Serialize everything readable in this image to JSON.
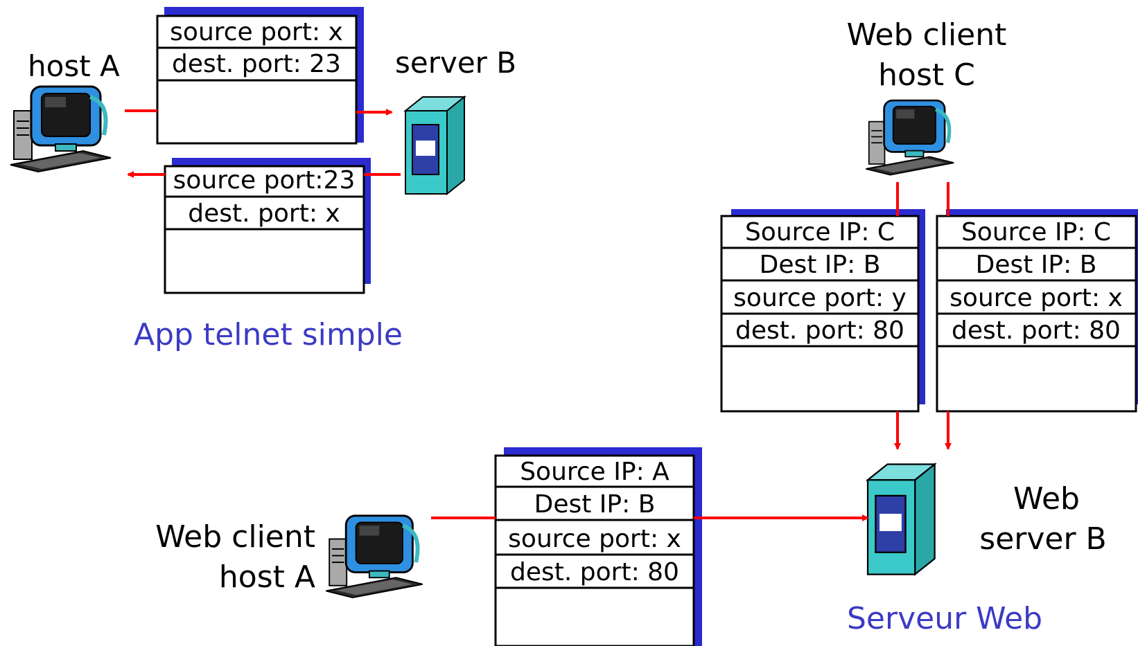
{
  "telnet": {
    "host_label": "host A",
    "server_label": "server B",
    "caption": "App telnet simple",
    "packet_out": [
      "source port: x",
      "dest. port: 23"
    ],
    "packet_back": [
      "source port:23",
      "dest. port: x"
    ]
  },
  "web_client_c": {
    "label_line1": "Web client",
    "label_line2": "host C",
    "packet_left": [
      "Source IP: C",
      "Dest IP: B",
      "source port: y",
      "dest. port: 80"
    ],
    "packet_right": [
      "Source IP: C",
      "Dest IP: B",
      "source port: x",
      "dest. port: 80"
    ]
  },
  "web_client_a": {
    "label_line1": "Web client",
    "label_line2": "host A",
    "packet": [
      "Source IP: A",
      "Dest IP: B",
      "source port: x",
      "dest. port: 80"
    ]
  },
  "web_server": {
    "label_line1": "Web",
    "label_line2": "server B",
    "caption": "Serveur Web"
  },
  "colors": {
    "arrow": "#ff0000",
    "shadow": "#2b2bd0",
    "caption": "#3b3bc4",
    "server_body": "#3cc9c9",
    "computer_screen": "#2f8fe0"
  }
}
